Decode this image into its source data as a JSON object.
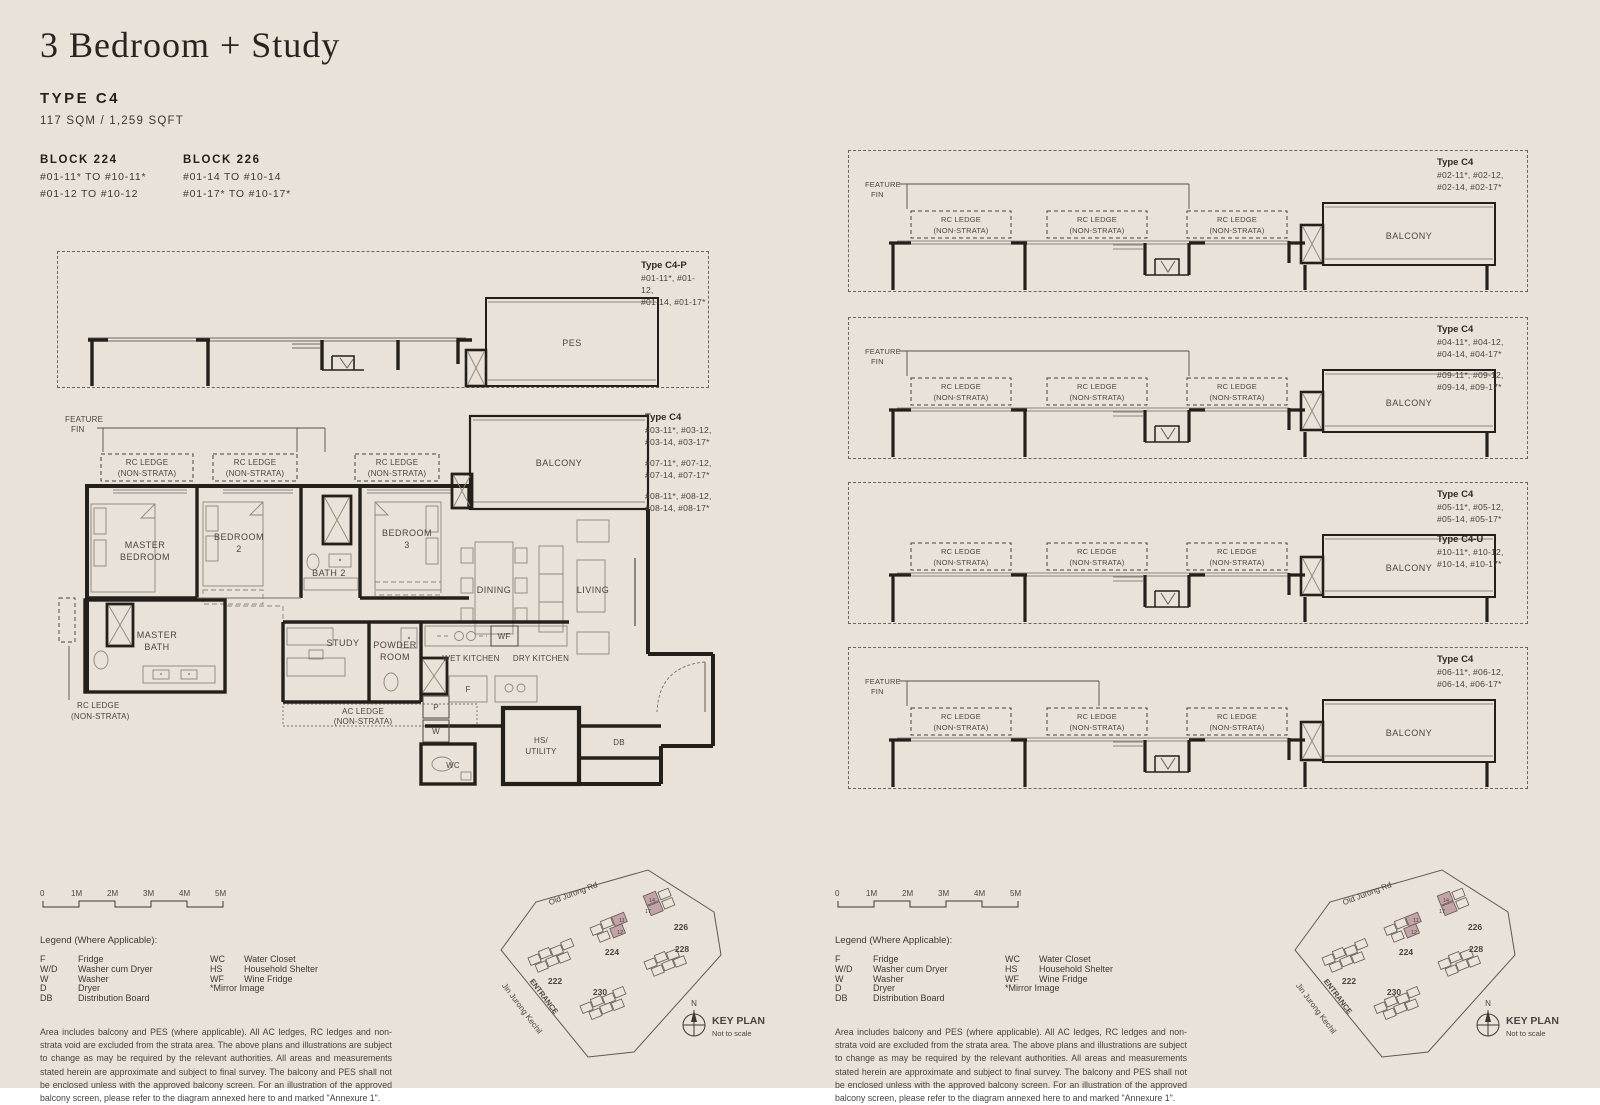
{
  "header": {
    "title": "3 Bedroom + Study",
    "type": "TYPE C4",
    "area": "117 SQM / 1,259 SQFT",
    "blocks": [
      {
        "name": "BLOCK 224",
        "line1": "#01-11* TO #10-11*",
        "line2": "#01-12 TO #10-12"
      },
      {
        "name": "BLOCK 226",
        "line1": "#01-14 TO #10-14",
        "line2": "#01-17* TO #10-17*"
      }
    ]
  },
  "plan_labels": {
    "feature_fin_1": "FEATURE",
    "feature_fin_2": "FIN",
    "rc_ledge": "RC LEDGE",
    "non_strata": "(NON-STRATA)",
    "ac_ledge": "AC LEDGE",
    "balcony": "BALCONY",
    "pes": "PES",
    "x": "X"
  },
  "c4p": {
    "title": "Type C4-P",
    "line1": "#01-11*, #01-12,",
    "line2": "#01-14, #01-17*"
  },
  "main_plan": {
    "rooms": {
      "master_bedroom_1": "MASTER",
      "master_bedroom_2": "BEDROOM",
      "bedroom2_1": "BEDROOM",
      "bedroom2_2": "2",
      "bath2": "BATH 2",
      "bedroom3_1": "BEDROOM",
      "bedroom3_2": "3",
      "dining": "DINING",
      "living": "LIVING",
      "master_bath_1": "MASTER",
      "master_bath_2": "BATH",
      "study": "STUDY",
      "powder_1": "POWDER",
      "powder_2": "ROOM",
      "wet_kitchen": "WET KITCHEN",
      "dry_kitchen": "DRY KITCHEN",
      "wf": "WF",
      "f": "F",
      "p": "P",
      "w": "W",
      "wc": "WC",
      "hs_1": "HS/",
      "hs_2": "UTILITY",
      "db": "DB"
    },
    "label": {
      "title": "Type C4",
      "g1_l1": "#03-11*, #03-12,",
      "g1_l2": "#03-14, #03-17*",
      "g2_l1": "#07-11*, #07-12,",
      "g2_l2": "#07-14, #07-17*",
      "g3_l1": "#08-11*, #08-12,",
      "g3_l2": "#08-14, #08-17*"
    }
  },
  "diagrams": [
    {
      "g1_title": "Type C4",
      "g1_l1": "#02-11*, #02-12,",
      "g1_l2": "#02-14, #02-17*"
    },
    {
      "g1_title": "Type C4",
      "g1_l1": "#04-11*, #04-12,",
      "g1_l2": "#04-14, #04-17*",
      "g2_l1": "#09-11*, #09-12,",
      "g2_l2": "#09-14, #09-17*"
    },
    {
      "g1_title": "Type C4",
      "g1_l1": "#05-11*, #05-12,",
      "g1_l2": "#05-14, #05-17*",
      "g2_title": "Type C4-U",
      "g2_l1": "#10-11*, #10-12,",
      "g2_l2": "#10-14, #10-17*"
    },
    {
      "g1_title": "Type C4",
      "g1_l1": "#06-11*, #06-12,",
      "g1_l2": "#06-14, #06-17*"
    }
  ],
  "legend": {
    "scale": [
      "0",
      "1M",
      "2M",
      "3M",
      "4M",
      "5M"
    ],
    "title": "Legend (Where Applicable):",
    "col1": [
      {
        "k": "F",
        "v": "Fridge"
      },
      {
        "k": "W/D",
        "v": "Washer cum Dryer"
      },
      {
        "k": "W",
        "v": "Washer"
      },
      {
        "k": "D",
        "v": "Dryer"
      },
      {
        "k": "DB",
        "v": "Distribution Board"
      }
    ],
    "col2": [
      {
        "k": "WC",
        "v": "Water Closet"
      },
      {
        "k": "HS",
        "v": "Household Shelter"
      },
      {
        "k": "WF",
        "v": "Wine Fridge"
      },
      {
        "k": "*Mirror Image",
        "v": ""
      }
    ],
    "disclaimer": "Area includes balcony and PES (where applicable). All AC ledges, RC ledges and non-strata void are excluded from the strata area. The above plans and illustrations are subject to change as may be required by the relevant authorities. All areas and measurements stated herein are approximate and subject to final survey. The balcony and PES shall not be enclosed unless with the approved balcony screen. For an illustration of the approved balcony screen, please refer to the diagram annexed here to and marked \"Annexure 1\"."
  },
  "keyplan": {
    "road1": "Old Jurong Rd",
    "road2": "Jin Jurong Kechil",
    "entrance": "ENTRANCE",
    "blocks": [
      "222",
      "224",
      "226",
      "228",
      "230"
    ],
    "highlighted_units": [
      "11",
      "12",
      "14",
      "17"
    ],
    "north": "N",
    "title": "KEY PLAN",
    "subtitle": "Not to scale",
    "highlight_color": "#c3a3a8"
  }
}
